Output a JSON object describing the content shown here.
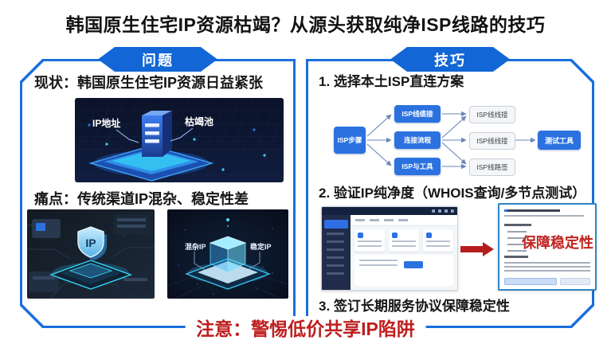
{
  "title": "韩国原生住宅IP资源枯竭？从源头获取纯净ISP线路的技巧",
  "footer": {
    "notice": "注意：警惕低价共享IP陷阱"
  },
  "left_panel": {
    "badge": "问题",
    "status_heading": "现状：韩国原生住宅IP资源日益紧张",
    "server_image": {
      "label_left": "IP地址",
      "label_right": "枯竭池"
    },
    "pain_heading": "痛点：传统渠道IP混杂、稳定性差",
    "shield_image": {
      "shield_text": "IP"
    },
    "cube_image": {
      "label_left": "混杂IP",
      "label_right": "稳定IP"
    }
  },
  "right_panel": {
    "badge": "技巧",
    "step1": "1. 选择本土ISP直连方案",
    "step2": "2. 验证IP纯净度（WHOIS查询/多节点测试）",
    "step3": "3. 签订长期服务协议保障稳定性",
    "flowchart": {
      "start": "ISP步骤",
      "mid": [
        "ISP线缆接",
        "连接流程",
        "ISP与工具"
      ],
      "out": [
        "ISP线线接",
        "ISP线线接",
        "ISP线路签"
      ],
      "end": "测试工具"
    },
    "doc_highlight": "保障稳定性"
  },
  "colors": {
    "accent_blue": "#1266d6",
    "border_blue": "#1a6fde",
    "alert_red": "#bf1e1e"
  }
}
